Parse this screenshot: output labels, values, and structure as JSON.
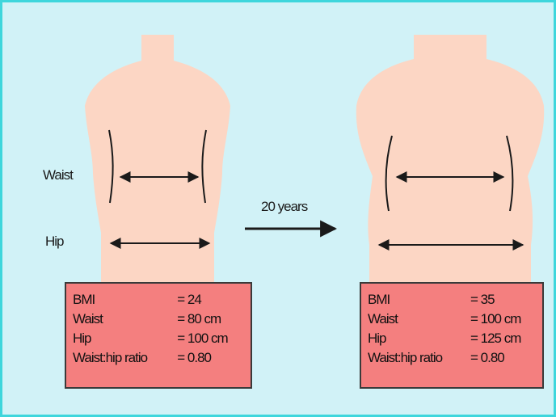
{
  "labels": {
    "waist": "Waist",
    "hip": "Hip",
    "transition": "20 years"
  },
  "before": {
    "rows": [
      {
        "label": "BMI",
        "value": "= 24"
      },
      {
        "label": "Waist",
        "value": "= 80 cm"
      },
      {
        "label": "Hip",
        "value": "= 100 cm"
      },
      {
        "label": "Waist:hip ratio",
        "value": "= 0.80"
      }
    ]
  },
  "after": {
    "rows": [
      {
        "label": "BMI",
        "value": "= 35"
      },
      {
        "label": "Waist",
        "value": "= 100 cm"
      },
      {
        "label": "Hip",
        "value": "= 125 cm"
      },
      {
        "label": "Waist:hip ratio",
        "value": "= 0.80"
      }
    ]
  },
  "colors": {
    "background": "#d1f2f7",
    "border": "#3ed6dc",
    "skin": "#fcd6c4",
    "stat_box": "#f47f7f",
    "ink": "#1a1a1a"
  }
}
